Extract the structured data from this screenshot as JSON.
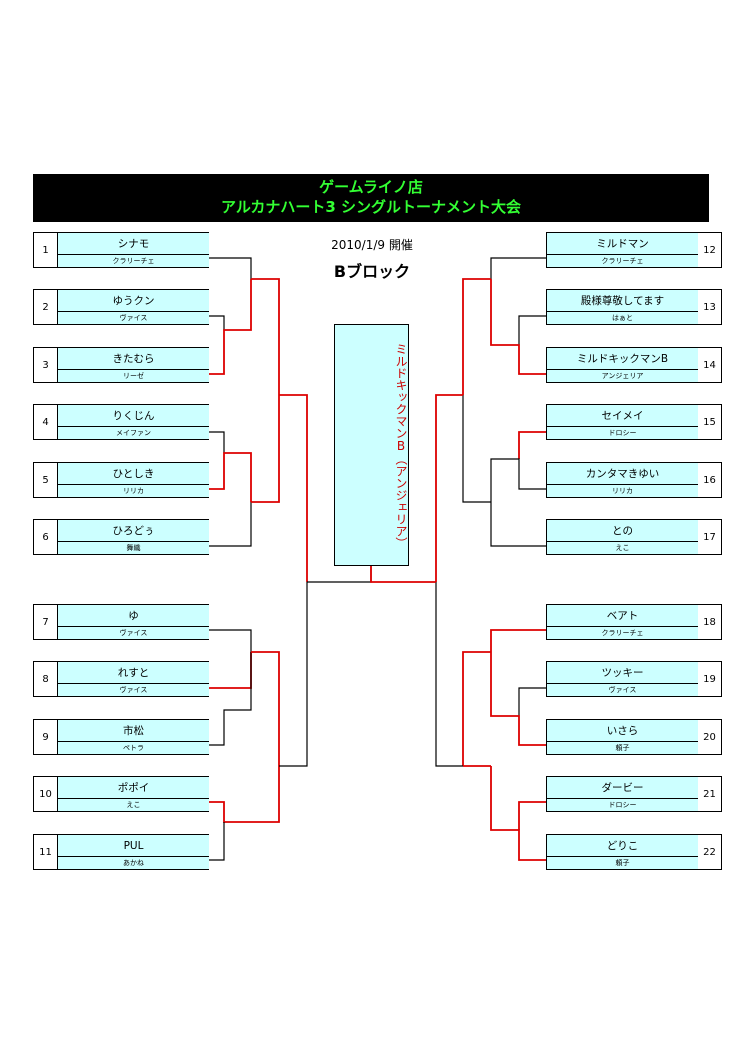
{
  "header": {
    "line1": "ゲームライノ店",
    "line2": "アルカナハート3 シングルトーナメント大会"
  },
  "date": "2010/1/9 開催",
  "block": "Bブロック",
  "winner": "ミルドキックマンB（アンジェリア）",
  "colors": {
    "cell": "#ccffff",
    "win_line": "#dd0000",
    "line": "#000000",
    "title_text": "#33ff33",
    "winner_text": "#cc0000"
  },
  "left_entries": [
    {
      "num": "1",
      "name": "シナモ",
      "character": "クラリーチェ"
    },
    {
      "num": "2",
      "name": "ゆうクン",
      "character": "ヴァイス"
    },
    {
      "num": "3",
      "name": "きたむら",
      "character": "リーゼ"
    },
    {
      "num": "4",
      "name": "りくじん",
      "character": "メイファン"
    },
    {
      "num": "5",
      "name": "ひとしき",
      "character": "リリカ"
    },
    {
      "num": "6",
      "name": "ひろどぅ",
      "character": "舞織"
    },
    {
      "num": "7",
      "name": "ゆ",
      "character": "ヴァイス"
    },
    {
      "num": "8",
      "name": "れすと",
      "character": "ヴァイス"
    },
    {
      "num": "9",
      "name": "市松",
      "character": "ペトラ"
    },
    {
      "num": "10",
      "name": "ポポイ",
      "character": "えこ"
    },
    {
      "num": "11",
      "name": "PUL",
      "character": "あかね"
    }
  ],
  "right_entries": [
    {
      "num": "12",
      "name": "ミルドマン",
      "character": "クラリーチェ"
    },
    {
      "num": "13",
      "name": "殿様尊敬してます",
      "character": "はぁと"
    },
    {
      "num": "14",
      "name": "ミルドキックマンB",
      "character": "アンジェリア"
    },
    {
      "num": "15",
      "name": "セイメイ",
      "character": "ドロシー"
    },
    {
      "num": "16",
      "name": "カンタマきゆい",
      "character": "リリカ"
    },
    {
      "num": "17",
      "name": "との",
      "character": "えこ"
    },
    {
      "num": "18",
      "name": "ベアト",
      "character": "クラリーチェ"
    },
    {
      "num": "19",
      "name": "ツッキー",
      "character": "ヴァイス"
    },
    {
      "num": "20",
      "name": "いさら",
      "character": "頼子"
    },
    {
      "num": "21",
      "name": "ダービー",
      "character": "ドロシー"
    },
    {
      "num": "22",
      "name": "どりこ",
      "character": "頼子"
    }
  ]
}
